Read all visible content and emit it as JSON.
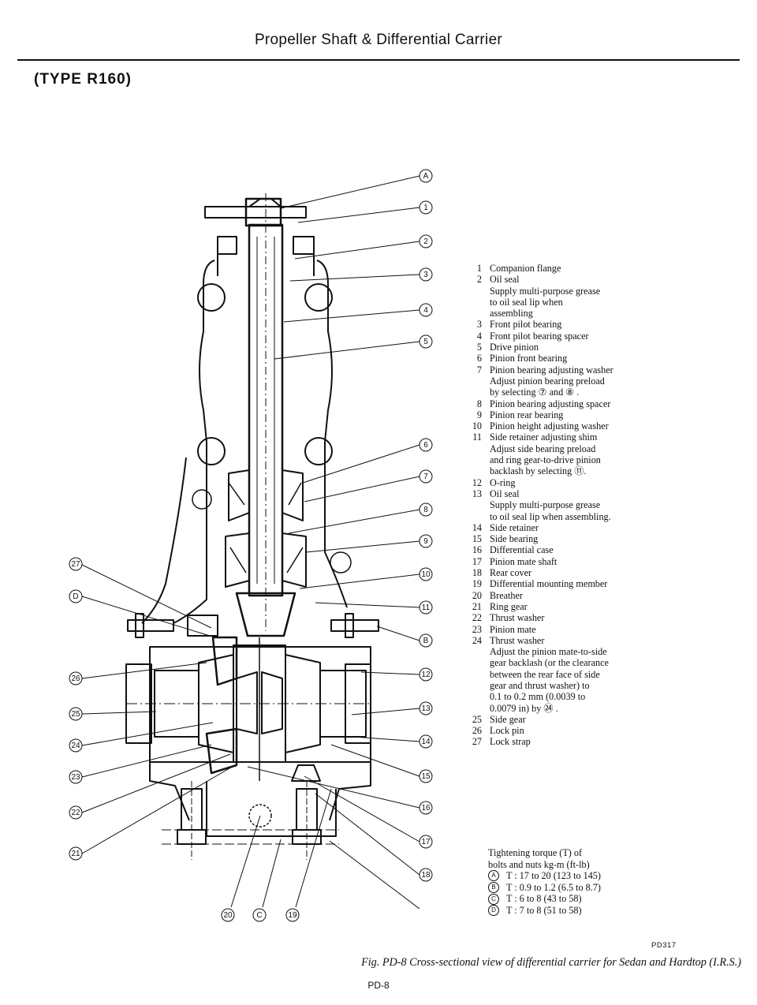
{
  "header": {
    "title": "Propeller Shaft & Differential Carrier",
    "type_label": "(TYPE R160)"
  },
  "callouts": [
    {
      "id": "A",
      "label": "A"
    },
    {
      "id": "1",
      "label": "1"
    },
    {
      "id": "2",
      "label": "2"
    },
    {
      "id": "3",
      "label": "3"
    },
    {
      "id": "4",
      "label": "4"
    },
    {
      "id": "5",
      "label": "5"
    },
    {
      "id": "6",
      "label": "6"
    },
    {
      "id": "7",
      "label": "7"
    },
    {
      "id": "8",
      "label": "8"
    },
    {
      "id": "9",
      "label": "9"
    },
    {
      "id": "10",
      "label": "10"
    },
    {
      "id": "11",
      "label": "11"
    },
    {
      "id": "B",
      "label": "B"
    },
    {
      "id": "12",
      "label": "12"
    },
    {
      "id": "13",
      "label": "13"
    },
    {
      "id": "14",
      "label": "14"
    },
    {
      "id": "15",
      "label": "15"
    },
    {
      "id": "16",
      "label": "16"
    },
    {
      "id": "17",
      "label": "17"
    },
    {
      "id": "18",
      "label": "18"
    },
    {
      "id": "27",
      "label": "27"
    },
    {
      "id": "D",
      "label": "D"
    },
    {
      "id": "26",
      "label": "26"
    },
    {
      "id": "25",
      "label": "25"
    },
    {
      "id": "24",
      "label": "24"
    },
    {
      "id": "23",
      "label": "23"
    },
    {
      "id": "22",
      "label": "22"
    },
    {
      "id": "21",
      "label": "21"
    },
    {
      "id": "20",
      "label": "20"
    },
    {
      "id": "C",
      "label": "C"
    },
    {
      "id": "19",
      "label": "19"
    }
  ],
  "parts": [
    {
      "num": "1",
      "label": "Companion flange"
    },
    {
      "num": "2",
      "label": "Oil seal",
      "notes": [
        "Supply multi-purpose grease",
        "to oil seal lip when",
        "assembling"
      ]
    },
    {
      "num": "3",
      "label": "Front pilot bearing"
    },
    {
      "num": "4",
      "label": "Front pilot bearing spacer"
    },
    {
      "num": "5",
      "label": "Drive pinion"
    },
    {
      "num": "6",
      "label": "Pinion front bearing"
    },
    {
      "num": "7",
      "label": "Pinion bearing adjusting washer",
      "notes": [
        "Adjust pinion bearing preload",
        "by selecting ⑦ and ⑧ ."
      ]
    },
    {
      "num": "8",
      "label": "Pinion bearing adjusting spacer"
    },
    {
      "num": "9",
      "label": "Pinion rear bearing"
    },
    {
      "num": "10",
      "label": "Pinion height adjusting washer"
    },
    {
      "num": "11",
      "label": "Side retainer adjusting shim",
      "notes": [
        "Adjust side bearing preload",
        "and ring gear-to-drive pinion",
        "backlash by selecting ⑪."
      ]
    },
    {
      "num": "12",
      "label": "O-ring"
    },
    {
      "num": "13",
      "label": "Oil seal",
      "notes": [
        "Supply multi-purpose grease",
        "to oil seal lip when assembling."
      ]
    },
    {
      "num": "14",
      "label": "Side retainer"
    },
    {
      "num": "15",
      "label": "Side bearing"
    },
    {
      "num": "16",
      "label": "Differential case"
    },
    {
      "num": "17",
      "label": "Pinion mate shaft"
    },
    {
      "num": "18",
      "label": "Rear cover"
    },
    {
      "num": "19",
      "label": "Differential mounting member"
    },
    {
      "num": "20",
      "label": "Breather"
    },
    {
      "num": "21",
      "label": "Ring gear"
    },
    {
      "num": "22",
      "label": "Thrust washer"
    },
    {
      "num": "23",
      "label": "Pinion mate"
    },
    {
      "num": "24",
      "label": "Thrust washer",
      "notes": [
        "Adjust the pinion mate-to-side",
        "gear backlash (or the clearance",
        "between the rear face of side",
        "gear and thrust washer) to",
        "0.1 to 0.2 mm (0.0039 to",
        "0.0079 in) by ㉔ ."
      ]
    },
    {
      "num": "25",
      "label": "Side gear"
    },
    {
      "num": "26",
      "label": "Lock pin"
    },
    {
      "num": "27",
      "label": "Lock strap"
    }
  ],
  "torque": {
    "heading_1": "Tightening torque (T) of",
    "heading_2": "bolts and nuts   kg-m (ft-lb)",
    "rows": [
      {
        "key": "A",
        "value": "T : 17 to 20 (123 to 145)"
      },
      {
        "key": "B",
        "value": "T : 0.9 to 1.2 (6.5 to 8.7)"
      },
      {
        "key": "C",
        "value": "T : 6 to 8 (43 to 58)"
      },
      {
        "key": "D",
        "value": "T : 7 to 8 (51 to 58)"
      }
    ]
  },
  "figure": {
    "code": "PD317",
    "caption": "Fig. PD-8  Cross-sectional view of differential carrier for Sedan and Hardtop (I.R.S.)"
  },
  "footer": {
    "page_number": "PD-8"
  }
}
